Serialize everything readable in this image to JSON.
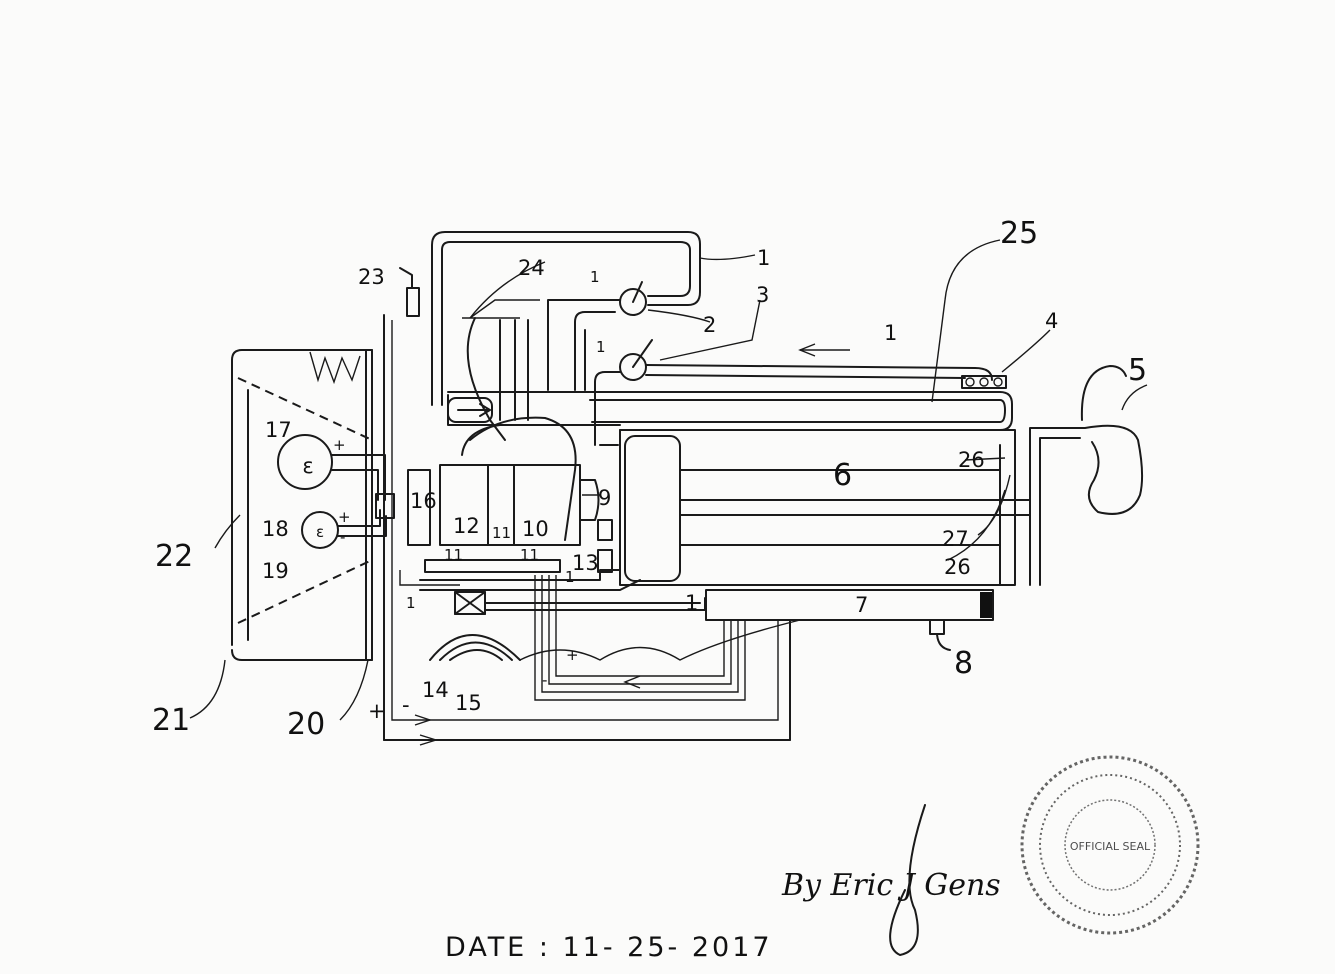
{
  "labels": {
    "n1a": "1",
    "n1b": "1",
    "n1c": "1",
    "n1d": "1",
    "n1e": "1",
    "n1f": "1",
    "n1g": "1",
    "n2": "2",
    "n3": "3",
    "n4": "4",
    "n5": "5",
    "n6": "6",
    "n7": "7",
    "n8": "8",
    "n9": "9",
    "n10": "10",
    "n11a": "11",
    "n11b": "11",
    "n11c": "11",
    "n12": "12",
    "n13": "13",
    "n14": "14",
    "n15": "15",
    "n16": "16",
    "n17": "17",
    "n18": "18",
    "n19": "19",
    "n20": "20",
    "n21": "21",
    "n22": "22",
    "n23": "23",
    "n24": "24",
    "n25": "25",
    "n26a": "26",
    "n26b": "26",
    "n27": "27"
  },
  "signs": {
    "plus": "+",
    "minus": "-"
  },
  "cell_symbol": "ε",
  "signature": "By Eric J Gens",
  "date_line": "DATE : 11- 25- 2017",
  "stamp_text": "OFFICIAL SEAL"
}
